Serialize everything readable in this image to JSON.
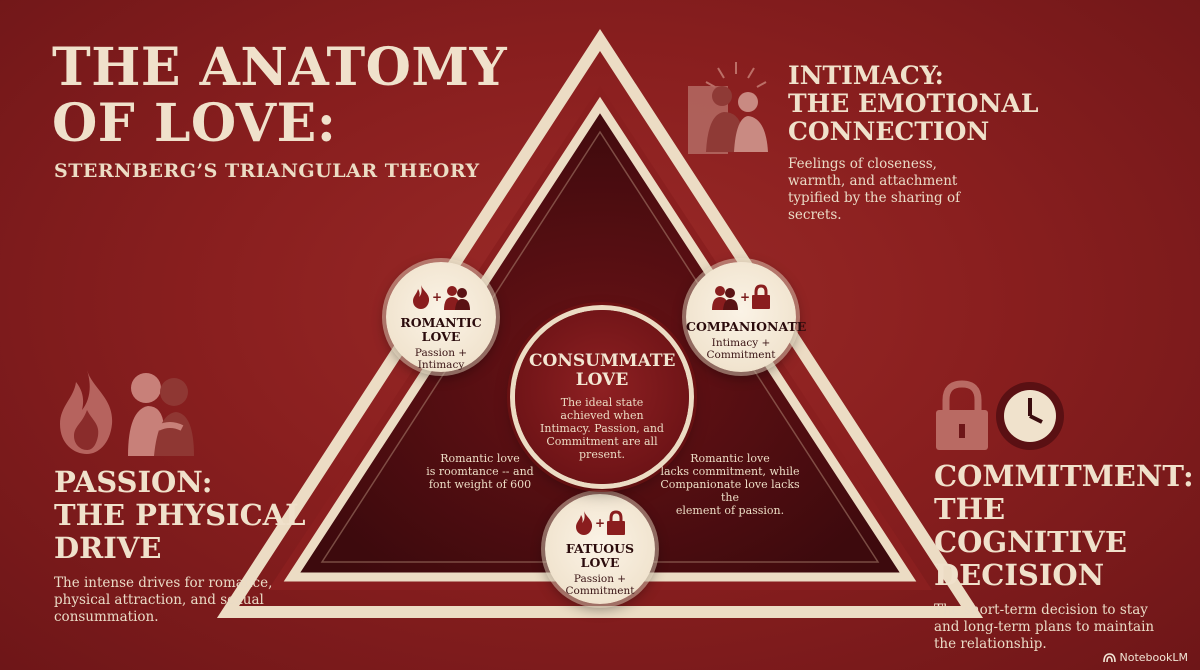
{
  "header": {
    "title": "THE ANATOMY OF LOVE:",
    "subtitle": "STERNBERG’S TRIANGULAR THEORY"
  },
  "intimacy": {
    "heading_line1": "INTIMACY:",
    "heading_line2": "THE EMOTIONAL",
    "heading_line3": "CONNECTION",
    "description": "Feelings of closeness, warmth, and attachment typified by the sharing of secrets.",
    "icon": "embracing-people-icon"
  },
  "passion": {
    "heading_line1": "PASSION:",
    "heading_line2": "THE PHYSICAL",
    "heading_line3": "DRIVE",
    "description": "The intense drives for romance, physical attraction, and sexual consummation.",
    "icons": [
      "flame-icon",
      "kissing-couple-icon"
    ]
  },
  "commitment": {
    "heading_line1": "COMMITMENT:",
    "heading_line2": "THE COGNITIVE",
    "heading_line3": "DECISION",
    "description": "The short-term decision to stay and long-term plans to maintain the relationship.",
    "icons": [
      "padlock-icon",
      "clock-icon"
    ]
  },
  "love_types": {
    "romantic": {
      "name_line1": "ROMANTIC",
      "name_line2": "LOVE",
      "desc_line1": "Passion +",
      "desc_line2": "Intimacy",
      "icons": [
        "flame-icon",
        "embracing-people-icon"
      ]
    },
    "companionate": {
      "name": "COMPANIONATE",
      "desc_line1": "Intimacy +",
      "desc_line2": "Commitment",
      "icons": [
        "embracing-people-icon",
        "padlock-icon"
      ]
    },
    "fatuous": {
      "name_line1": "FATUOUS",
      "name_line2": "LOVE",
      "desc_line1": "Passion +",
      "desc_line2": "Commitment",
      "icons": [
        "flame-icon",
        "padlock-icon"
      ]
    },
    "consummate": {
      "name_line1": "CONSUMMATE",
      "name_line2": "LOVE",
      "description": "The ideal state achieved when Intimacy. Passion, and Commitment are all present."
    }
  },
  "notes": {
    "left_line1": "Romantic love",
    "left_line2": "is roomtance -- and",
    "left_line3": "font weight of 600",
    "right_line1": "Romantic love",
    "right_line2": "lacks commitment, while",
    "right_line3": "Companionate love lacks the",
    "right_line4": "element of passion."
  },
  "plus_sign": "+",
  "branding": {
    "label": "NotebookLM"
  },
  "colors": {
    "background": "#8a1f1f",
    "triangle_stroke": "#ecdcc4",
    "triangle_fill": "#4a0d10",
    "cream": "#f1e4cf",
    "dark_red": "#6f1417"
  }
}
